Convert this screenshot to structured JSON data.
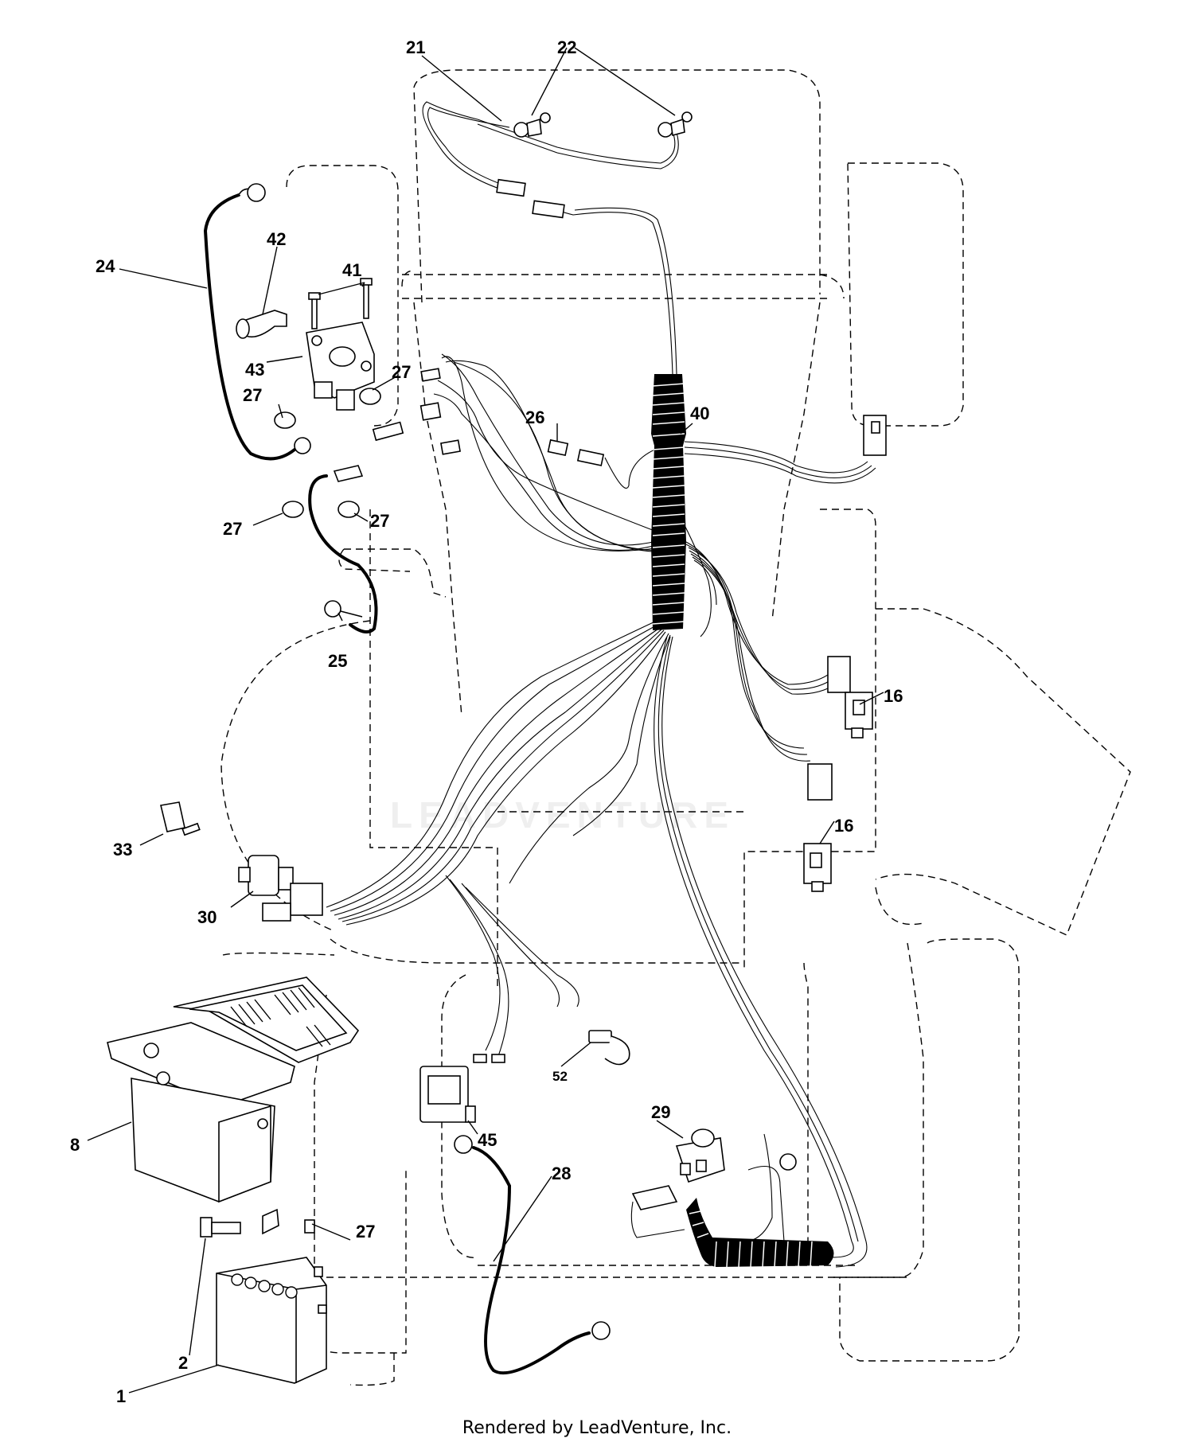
{
  "diagram": {
    "callouts": {
      "c1": "1",
      "c2": "2",
      "c8": "8",
      "c16a": "16",
      "c16b": "16",
      "c21": "21",
      "c22": "22",
      "c24": "24",
      "c25": "25",
      "c26": "26",
      "c27a": "27",
      "c27b": "27",
      "c27c": "27",
      "c27d": "27",
      "c27e": "27",
      "c28": "28",
      "c29": "29",
      "c30": "30",
      "c33": "33",
      "c40": "40",
      "c41": "41",
      "c42": "42",
      "c43": "43",
      "c45": "45",
      "c52": "52"
    },
    "watermark": "LEADVENTURE"
  },
  "footer": {
    "credit": "Rendered by LeadVenture, Inc."
  }
}
